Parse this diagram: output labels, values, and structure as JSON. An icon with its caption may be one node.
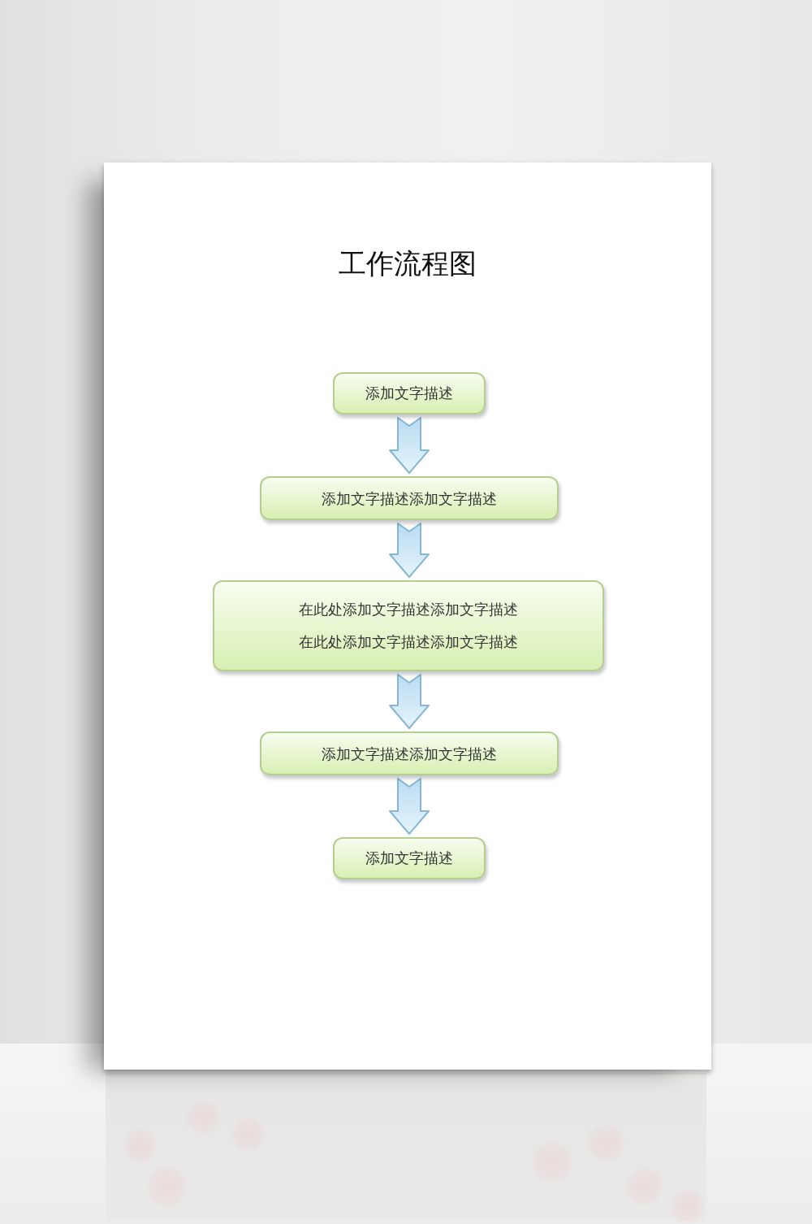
{
  "diagram": {
    "title": "工作流程图",
    "nodes": [
      {
        "text": [
          "添加文字描述"
        ]
      },
      {
        "text": [
          "添加文字描述添加文字描述"
        ]
      },
      {
        "text": [
          "在此处添加文字描述添加文字描述",
          "在此处添加文字描述添加文字描述"
        ]
      },
      {
        "text": [
          "添加文字描述添加文字描述"
        ]
      },
      {
        "text": [
          "添加文字描述"
        ]
      }
    ],
    "edges": [
      {
        "from": 0,
        "to": 1,
        "arrow": "to"
      },
      {
        "from": 1,
        "to": 2,
        "arrow": "to"
      },
      {
        "from": 2,
        "to": 3,
        "arrow": "to"
      },
      {
        "from": 3,
        "to": 4,
        "arrow": "to"
      }
    ]
  }
}
